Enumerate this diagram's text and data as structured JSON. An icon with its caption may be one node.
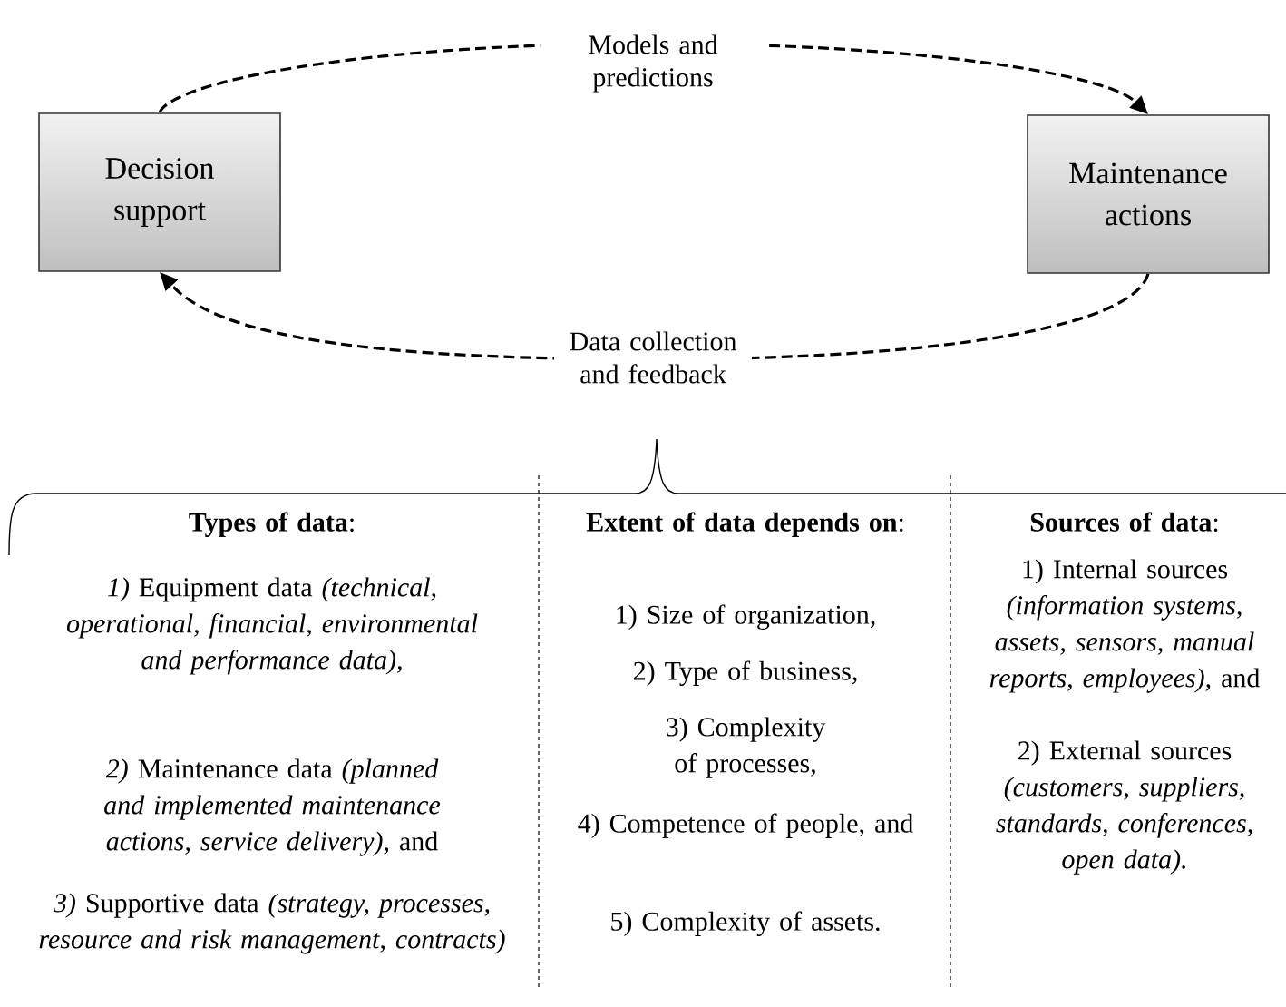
{
  "diagram": {
    "nodes": [
      {
        "text": [
          "Decision support"
        ]
      },
      {
        "text": [
          "Maintenance actions"
        ]
      }
    ],
    "edges": [
      {
        "from": 0,
        "to": 1,
        "arrow": "to",
        "style": "dashed",
        "label": "Models and predictions"
      },
      {
        "from": 1,
        "to": 0,
        "arrow": "to",
        "style": "dashed",
        "label": "Data collection and feedback"
      }
    ],
    "labels": [
      "**Types of data**:",
      "*1)* Equipment data *(technical, operational, financial, environmental and performance data),*",
      "*2)* Maintenance data *(planned and implemented maintenance actions, service delivery),* and",
      "*3)* Supportive data *(strategy, processes, resource and risk management, contracts)*",
      "**Extent of data depends on**:",
      "1) Size of organization,",
      "2) Type of business,",
      "3) Complexity of processes,",
      "4) Competence of people, and",
      "5) Complexity of assets.",
      "**Sources of data**:",
      "1) Internal sources *(information systems, assets, sensors, manual reports, employees),* and",
      "2) External sources *(customers, suppliers, standards, conferences, open data).*"
    ]
  }
}
